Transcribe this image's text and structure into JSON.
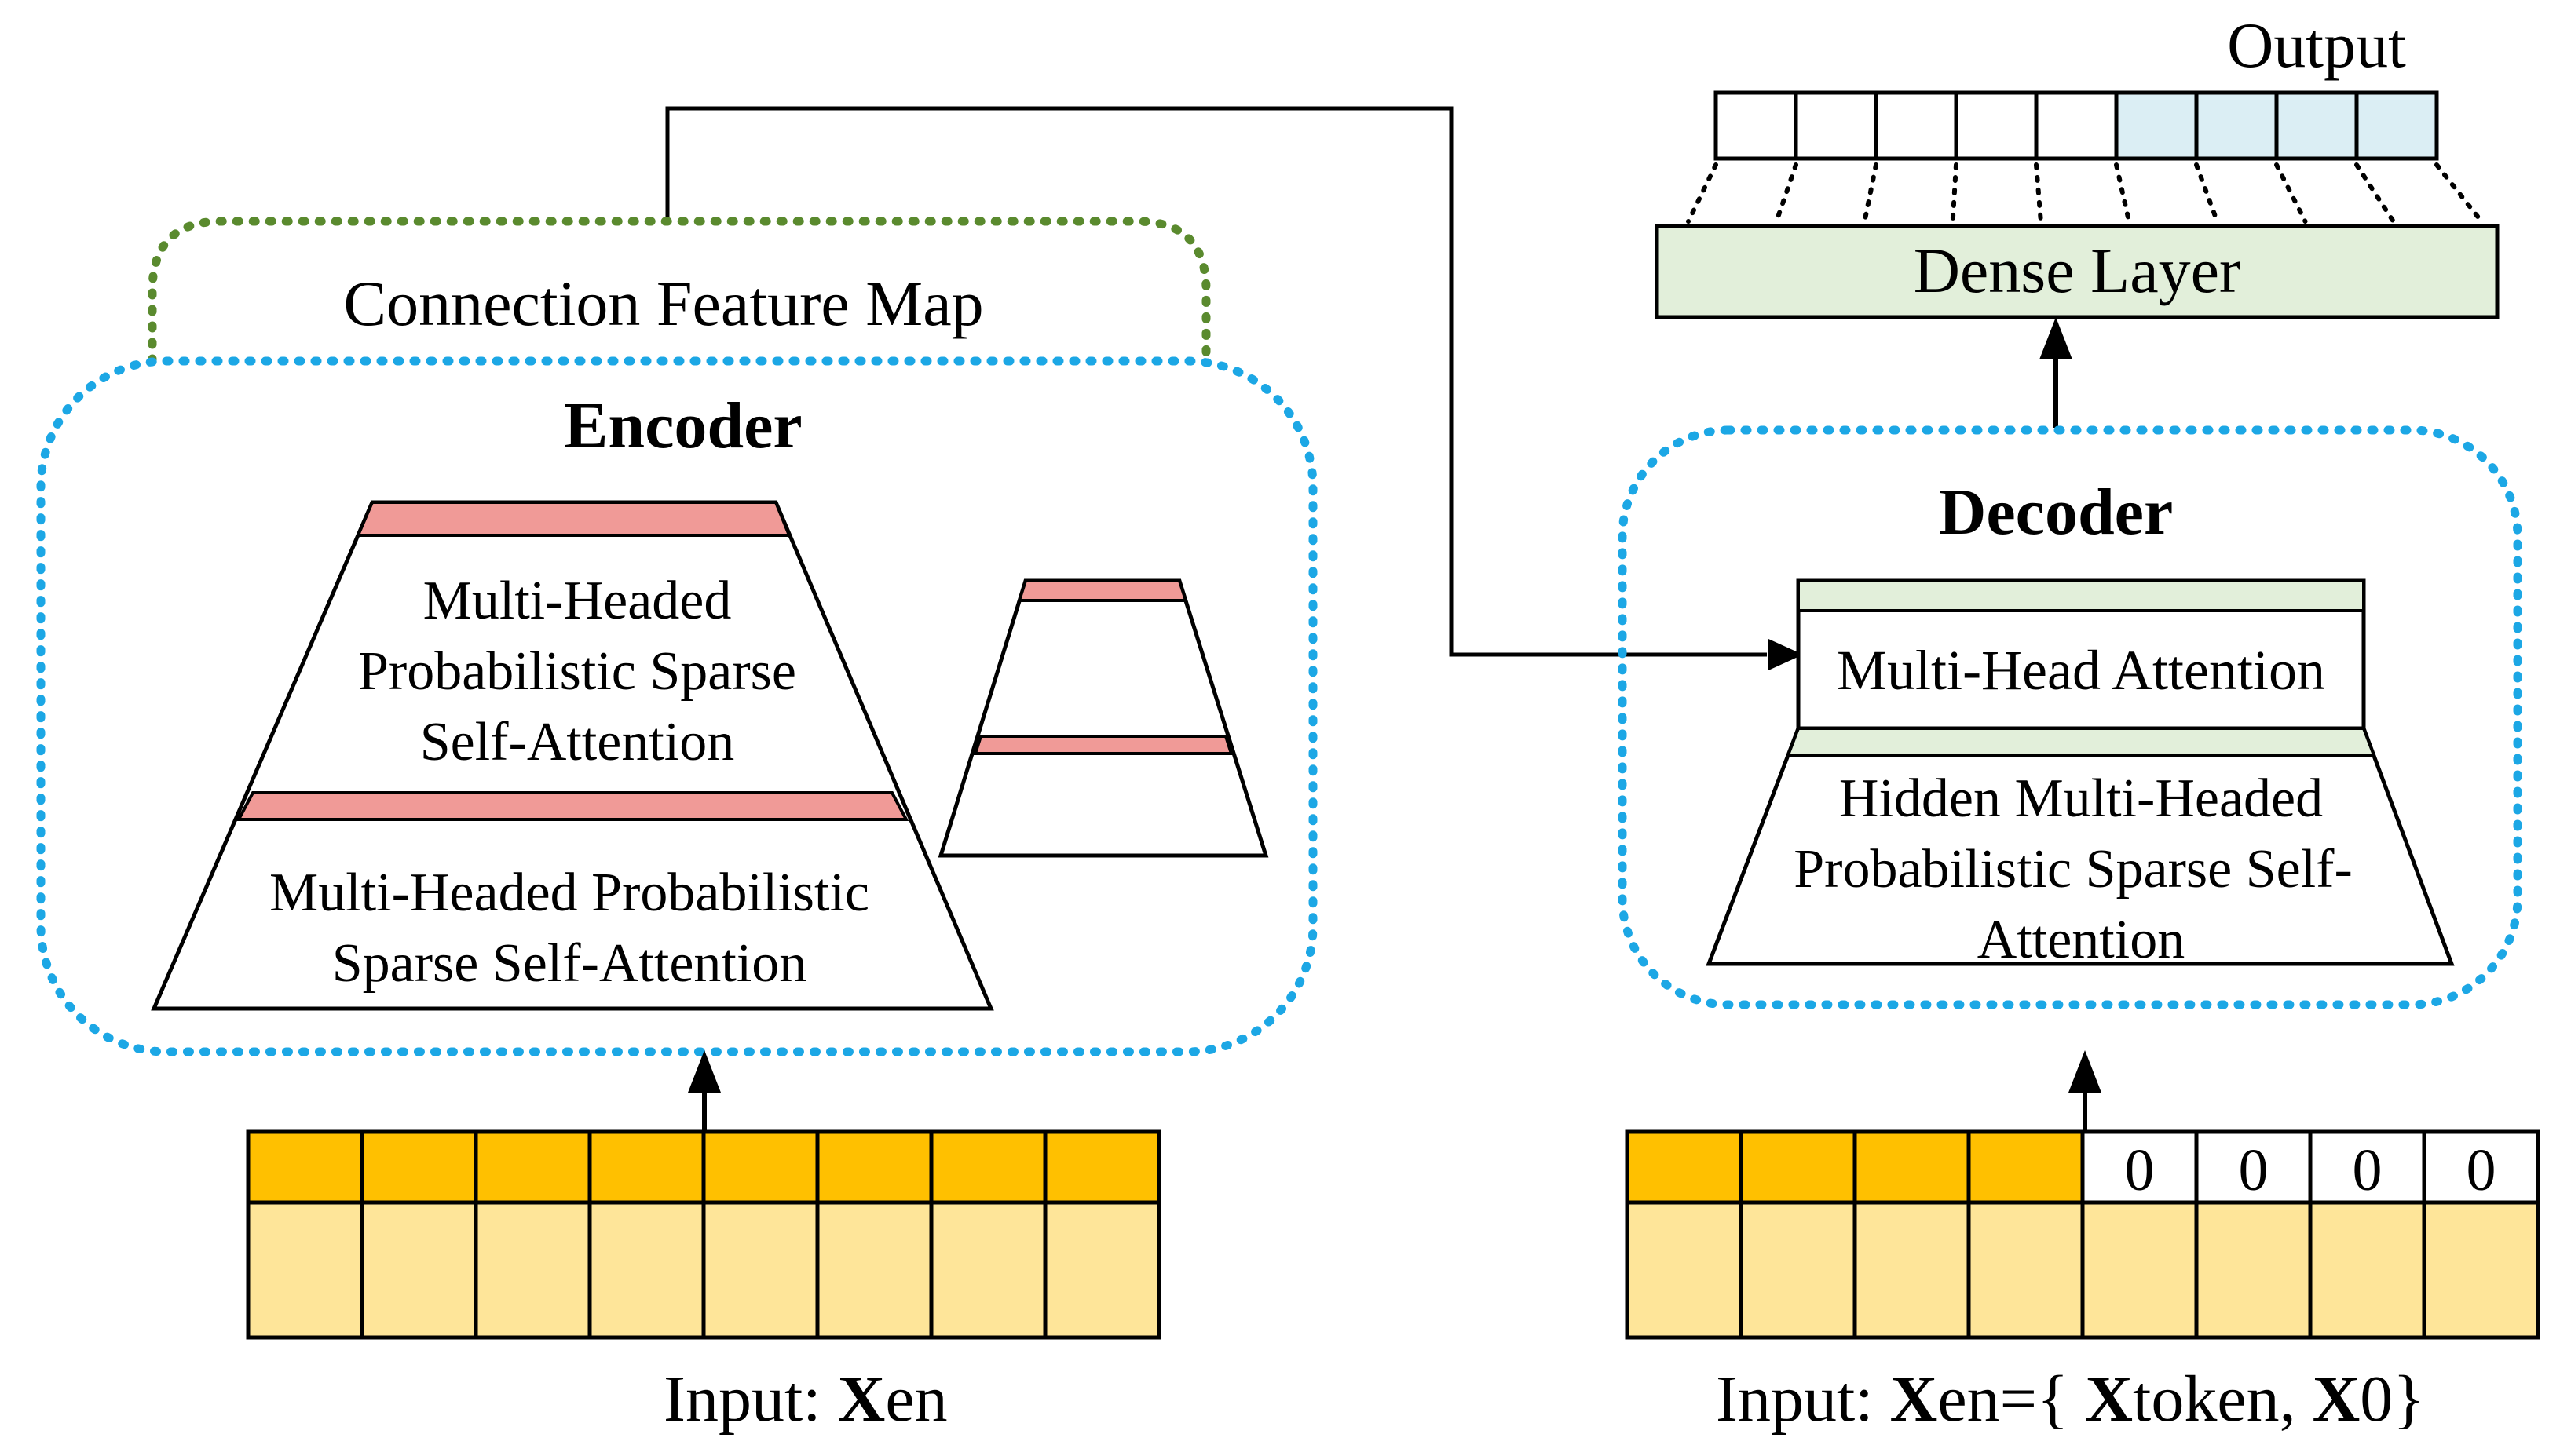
{
  "labels": {
    "output": "Output",
    "dense_layer": "Dense Layer",
    "connection_feature_map": "Connection Feature Map",
    "encoder": "Encoder",
    "decoder": "Decoder",
    "enc_top_block": [
      "Multi-Headed",
      "Probabilistic Sparse",
      "Self-Attention"
    ],
    "enc_bottom_block": [
      "Multi-Headed Probabilistic",
      "Sparse Self-Attention"
    ],
    "dec_attention": "Multi-Head Attention",
    "dec_hidden_block": [
      "Hidden Multi-Headed",
      "Probabilistic Sparse Self-",
      "Attention"
    ],
    "enc_input_prefix": "Input: ",
    "enc_input_bold": "X",
    "enc_input_suffix": "en",
    "dec_input_prefix": "Input: ",
    "dec_input_bold1": "X",
    "dec_input_mid1": "en={ ",
    "dec_input_bold2": "X",
    "dec_input_mid2": "token, ",
    "dec_input_bold3": "X",
    "dec_input_end": "0}",
    "zero_cells": [
      "0",
      "0",
      "0",
      "0"
    ]
  },
  "colors": {
    "token_header": "#ffc000",
    "token_body": "#fee599",
    "output_highlight": "#dbeef4",
    "dense_fill": "#e2efda",
    "pink_band": "#f09a97",
    "encoder_border": "#1ca7e5",
    "feature_map_border": "#5a8a2e"
  },
  "output_cells": {
    "plain": 5,
    "highlighted": 4
  },
  "encoder_input_cells": 8,
  "decoder_input_cells": {
    "token": 4,
    "zero": 4
  }
}
